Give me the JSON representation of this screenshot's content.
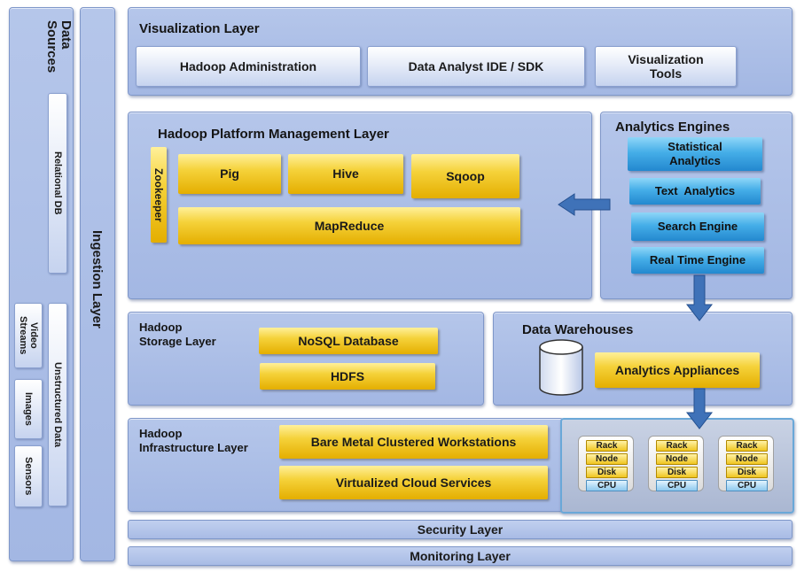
{
  "data_sources": {
    "title": "Data\nSources",
    "relational_db": "Relational DB",
    "unstructured_data": "Unstructured Data",
    "video_streams": "Video\nStreams",
    "images": "Images",
    "sensors": "Sensors"
  },
  "ingestion": {
    "title": "Ingestion Layer"
  },
  "visualization": {
    "title": "Visualization Layer",
    "items": [
      "Hadoop Administration",
      "Data Analyst IDE / SDK",
      "Visualization\nTools"
    ]
  },
  "platform": {
    "title": "Hadoop Platform Management Layer",
    "zookeeper": "Zookeeper",
    "pig": "Pig",
    "hive": "Hive",
    "sqoop": "Sqoop",
    "mapreduce": "MapReduce"
  },
  "analytics_engines": {
    "title": "Analytics Engines",
    "items": [
      "Statistical\nAnalytics",
      "Text  Analytics",
      "Search Engine",
      "Real Time Engine"
    ]
  },
  "storage": {
    "title": "Hadoop\nStorage Layer",
    "nosql": "NoSQL Database",
    "hdfs": "HDFS"
  },
  "warehouses": {
    "title": "Data Warehouses",
    "appliances": "Analytics Appliances"
  },
  "infrastructure": {
    "title": "Hadoop\nInfrastructure Layer",
    "bare_metal": "Bare Metal Clustered Workstations",
    "cloud": "Virtualized Cloud Services",
    "rack_labels": [
      "Rack",
      "Node",
      "Disk",
      "CPU"
    ]
  },
  "security": {
    "title": "Security Layer"
  },
  "monitoring": {
    "title": "Monitoring Layer"
  },
  "colors": {
    "panel": "#a9bbe6",
    "gold": "#f0c520",
    "blue": "#3a9fe0",
    "arrow": "#3f72b8"
  }
}
